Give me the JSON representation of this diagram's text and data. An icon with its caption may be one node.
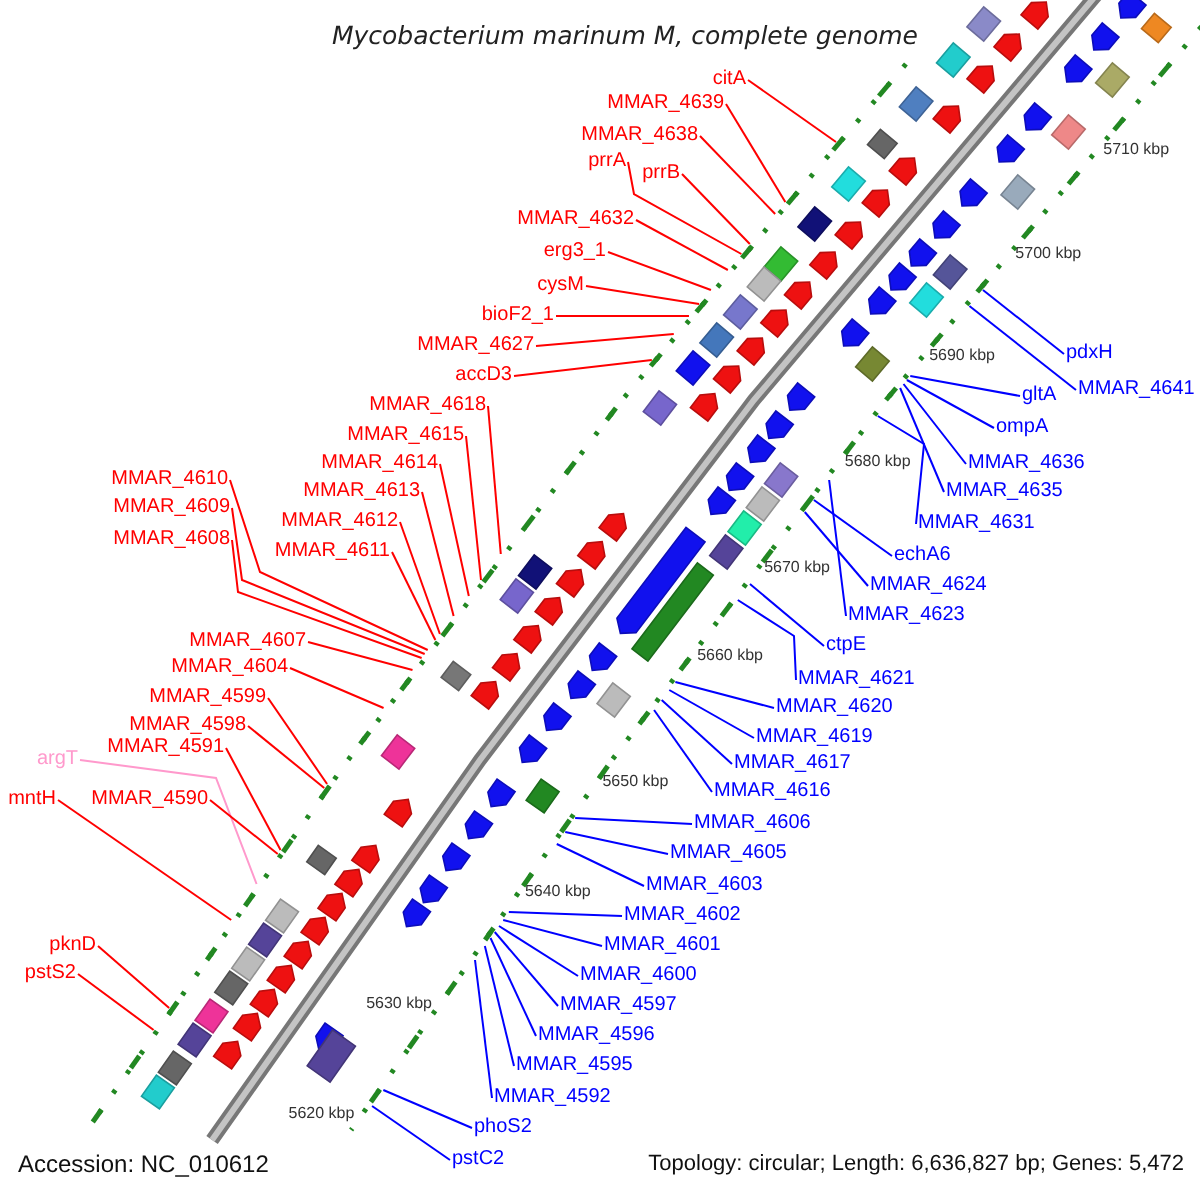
{
  "diagram": {
    "title": "Mycobacterium marinum M, complete genome",
    "nodes": [
      {
        "text": [
          "citA"
        ]
      },
      {
        "text": [
          "MMAR_4639"
        ]
      },
      {
        "text": [
          "MMAR_4638"
        ]
      },
      {
        "text": [
          "prrA"
        ]
      },
      {
        "text": [
          "prrB"
        ]
      },
      {
        "text": [
          "MMAR_4632"
        ]
      },
      {
        "text": [
          "erg3_1"
        ]
      },
      {
        "text": [
          "cysM"
        ]
      },
      {
        "text": [
          "bioF2_1"
        ]
      },
      {
        "text": [
          "MMAR_4627"
        ]
      },
      {
        "text": [
          "accD3"
        ]
      },
      {
        "text": [
          "MMAR_4618"
        ]
      },
      {
        "text": [
          "MMAR_4615"
        ]
      },
      {
        "text": [
          "MMAR_4614"
        ]
      },
      {
        "text": [
          "MMAR_4613"
        ]
      },
      {
        "text": [
          "MMAR_4610"
        ]
      },
      {
        "text": [
          "MMAR_4612"
        ]
      },
      {
        "text": [
          "MMAR_4609"
        ]
      },
      {
        "text": [
          "MMAR_4611"
        ]
      },
      {
        "text": [
          "MMAR_4608"
        ]
      },
      {
        "text": [
          "MMAR_4607"
        ]
      },
      {
        "text": [
          "MMAR_4604"
        ]
      },
      {
        "text": [
          "MMAR_4599"
        ]
      },
      {
        "text": [
          "MMAR_4598"
        ]
      },
      {
        "text": [
          "argT"
        ]
      },
      {
        "text": [
          "MMAR_4591"
        ]
      },
      {
        "text": [
          "mntH"
        ]
      },
      {
        "text": [
          "MMAR_4590"
        ]
      },
      {
        "text": [
          "pknD"
        ]
      },
      {
        "text": [
          "pstS2"
        ]
      },
      {
        "text": [
          "pdxH"
        ]
      },
      {
        "text": [
          "MMAR_4641"
        ]
      },
      {
        "text": [
          "gltA"
        ]
      },
      {
        "text": [
          "ompA"
        ]
      },
      {
        "text": [
          "MMAR_4636"
        ]
      },
      {
        "text": [
          "MMAR_4635"
        ]
      },
      {
        "text": [
          "MMAR_4631"
        ]
      },
      {
        "text": [
          "echA6"
        ]
      },
      {
        "text": [
          "MMAR_4624"
        ]
      },
      {
        "text": [
          "MMAR_4623"
        ]
      },
      {
        "text": [
          "ctpE"
        ]
      },
      {
        "text": [
          "MMAR_4621"
        ]
      },
      {
        "text": [
          "MMAR_4620"
        ]
      },
      {
        "text": [
          "MMAR_4619"
        ]
      },
      {
        "text": [
          "MMAR_4617"
        ]
      },
      {
        "text": [
          "MMAR_4616"
        ]
      },
      {
        "text": [
          "MMAR_4606"
        ]
      },
      {
        "text": [
          "MMAR_4605"
        ]
      },
      {
        "text": [
          "MMAR_4603"
        ]
      },
      {
        "text": [
          "MMAR_4602"
        ]
      },
      {
        "text": [
          "MMAR_4601"
        ]
      },
      {
        "text": [
          "MMAR_4600"
        ]
      },
      {
        "text": [
          "MMAR_4597"
        ]
      },
      {
        "text": [
          "MMAR_4596"
        ]
      },
      {
        "text": [
          "MMAR_4595"
        ]
      },
      {
        "text": [
          "MMAR_4592"
        ]
      },
      {
        "text": [
          "phoS2"
        ]
      },
      {
        "text": [
          "pstC2"
        ]
      }
    ],
    "edges": [
      {
        "from": 0,
        "to": null,
        "arrow": "none"
      },
      {
        "from": 1,
        "to": null,
        "arrow": "none"
      },
      {
        "from": 2,
        "to": null,
        "arrow": "none"
      },
      {
        "from": 3,
        "to": null,
        "arrow": "none"
      },
      {
        "from": 4,
        "to": null,
        "arrow": "none"
      },
      {
        "from": 5,
        "to": null,
        "arrow": "none"
      },
      {
        "from": 6,
        "to": null,
        "arrow": "none"
      },
      {
        "from": 7,
        "to": null,
        "arrow": "none"
      },
      {
        "from": 8,
        "to": null,
        "arrow": "none"
      },
      {
        "from": 9,
        "to": null,
        "arrow": "none"
      },
      {
        "from": 10,
        "to": null,
        "arrow": "none"
      },
      {
        "from": 11,
        "to": null,
        "arrow": "none"
      },
      {
        "from": 12,
        "to": null,
        "arrow": "none"
      },
      {
        "from": 13,
        "to": null,
        "arrow": "none"
      },
      {
        "from": 14,
        "to": null,
        "arrow": "none"
      },
      {
        "from": 15,
        "to": null,
        "arrow": "none"
      },
      {
        "from": 16,
        "to": null,
        "arrow": "none"
      },
      {
        "from": 17,
        "to": null,
        "arrow": "none"
      },
      {
        "from": 18,
        "to": null,
        "arrow": "none"
      },
      {
        "from": 19,
        "to": null,
        "arrow": "none"
      },
      {
        "from": 20,
        "to": null,
        "arrow": "none"
      },
      {
        "from": 21,
        "to": null,
        "arrow": "none"
      },
      {
        "from": 22,
        "to": null,
        "arrow": "none"
      },
      {
        "from": 23,
        "to": null,
        "arrow": "none"
      },
      {
        "from": 24,
        "to": null,
        "arrow": "none",
        "color": "#ff99cc"
      },
      {
        "from": 25,
        "to": null,
        "arrow": "none"
      },
      {
        "from": 26,
        "to": null,
        "arrow": "none"
      },
      {
        "from": 27,
        "to": null,
        "arrow": "none"
      },
      {
        "from": 28,
        "to": null,
        "arrow": "none"
      },
      {
        "from": 29,
        "to": null,
        "arrow": "none"
      },
      {
        "from": 30,
        "to": null,
        "arrow": "none",
        "color": "#0000ff"
      },
      {
        "from": 31,
        "to": null,
        "arrow": "none",
        "color": "#0000ff"
      },
      {
        "from": 32,
        "to": null,
        "arrow": "none",
        "color": "#0000ff"
      },
      {
        "from": 33,
        "to": null,
        "arrow": "none",
        "color": "#0000ff"
      },
      {
        "from": 34,
        "to": null,
        "arrow": "none",
        "color": "#0000ff"
      },
      {
        "from": 35,
        "to": null,
        "arrow": "none",
        "color": "#0000ff"
      },
      {
        "from": 36,
        "to": null,
        "arrow": "none",
        "color": "#0000ff"
      },
      {
        "from": 37,
        "to": null,
        "arrow": "none",
        "color": "#0000ff"
      },
      {
        "from": 38,
        "to": null,
        "arrow": "none",
        "color": "#0000ff"
      },
      {
        "from": 39,
        "to": null,
        "arrow": "none",
        "color": "#0000ff"
      },
      {
        "from": 40,
        "to": null,
        "arrow": "none",
        "color": "#0000ff"
      },
      {
        "from": 41,
        "to": null,
        "arrow": "none",
        "color": "#0000ff"
      },
      {
        "from": 42,
        "to": null,
        "arrow": "none",
        "color": "#0000ff"
      },
      {
        "from": 43,
        "to": null,
        "arrow": "none",
        "color": "#0000ff"
      },
      {
        "from": 44,
        "to": null,
        "arrow": "none",
        "color": "#0000ff"
      },
      {
        "from": 45,
        "to": null,
        "arrow": "none",
        "color": "#0000ff"
      },
      {
        "from": 46,
        "to": null,
        "arrow": "none",
        "color": "#0000ff"
      },
      {
        "from": 47,
        "to": null,
        "arrow": "none",
        "color": "#0000ff"
      },
      {
        "from": 48,
        "to": null,
        "arrow": "none",
        "color": "#0000ff"
      },
      {
        "from": 49,
        "to": null,
        "arrow": "none",
        "color": "#0000ff"
      },
      {
        "from": 50,
        "to": null,
        "arrow": "none",
        "color": "#0000ff"
      },
      {
        "from": 51,
        "to": null,
        "arrow": "none",
        "color": "#0000ff"
      },
      {
        "from": 52,
        "to": null,
        "arrow": "none",
        "color": "#0000ff"
      },
      {
        "from": 53,
        "to": null,
        "arrow": "none",
        "color": "#0000ff"
      },
      {
        "from": 54,
        "to": null,
        "arrow": "none",
        "color": "#0000ff"
      },
      {
        "from": 55,
        "to": null,
        "arrow": "none",
        "color": "#0000ff"
      },
      {
        "from": 56,
        "to": null,
        "arrow": "none",
        "color": "#0000ff"
      },
      {
        "from": 57,
        "to": null,
        "arrow": "none",
        "color": "#0000ff"
      }
    ],
    "labels": [
      "5710 kbp",
      "5700 kbp",
      "5690 kbp",
      "5680 kbp",
      "5670 kbp",
      "5660 kbp",
      "5650 kbp",
      "5640 kbp",
      "5630 kbp",
      "5620 kbp",
      "Accession: NC_010612",
      "Topology: circular; Length: 6,636,827 bp; Genes: 5,472"
    ]
  }
}
